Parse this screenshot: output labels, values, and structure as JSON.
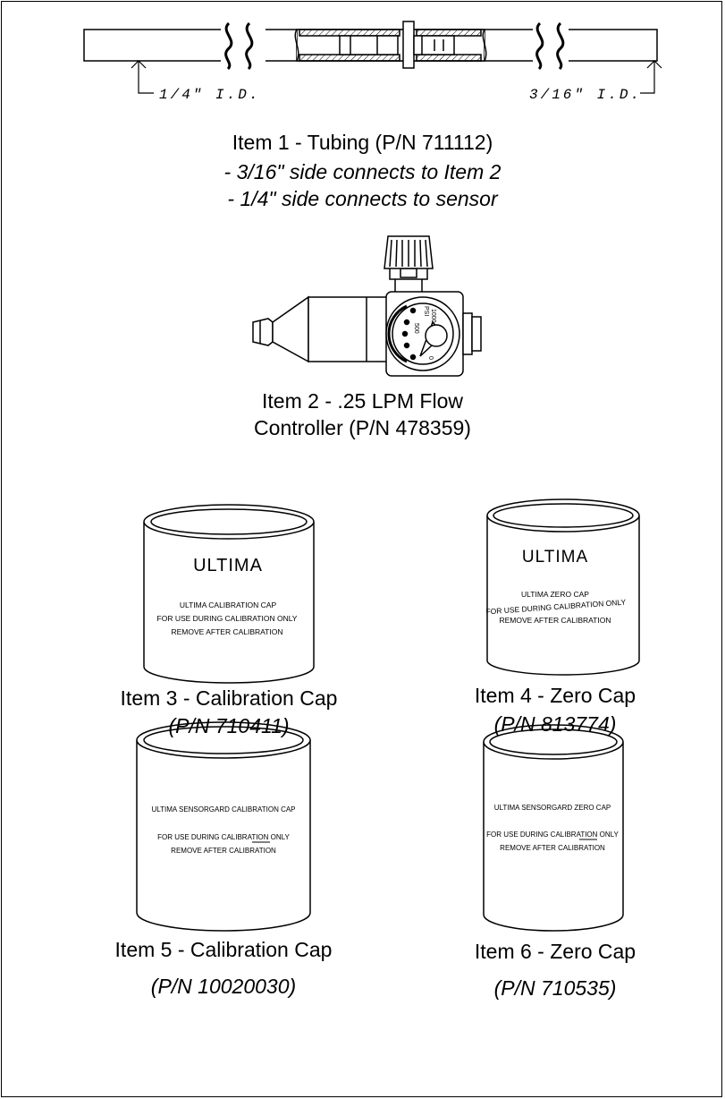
{
  "item1": {
    "title": "Item 1 - Tubing (P/N 711112)",
    "note1": "- 3/16\" side connects to Item 2",
    "note2": "- 1/4\" side connects to sensor",
    "left_callout": "1/4\" I.D.",
    "right_callout": "3/16\" I.D."
  },
  "item2": {
    "title_line1": "Item 2 - .25 LPM Flow",
    "title_line2": "Controller (P/N 478359)",
    "gauge_marks": [
      "1000",
      "500",
      "0"
    ],
    "gauge_unit": "PSI"
  },
  "item3": {
    "title": "Item 3 - Calibration Cap",
    "pn": "(P/N 710411)",
    "cap_brand": "ULTIMA",
    "cap_line1": "ULTIMA CALIBRATION CAP",
    "cap_line2": "FOR USE DURING CALIBRATION ONLY",
    "cap_line3": "REMOVE AFTER CALIBRATION"
  },
  "item4": {
    "title": "Item 4 - Zero Cap",
    "pn": "(P/N 813774)",
    "cap_brand": "ULTIMA",
    "cap_line1": "ULTIMA ZERO CAP",
    "cap_line2": "FOR USE DURING CALIBRATION ONLY",
    "cap_line3": "REMOVE AFTER CALIBRATION"
  },
  "item5": {
    "title": "Item 5 - Calibration Cap",
    "pn": "(P/N 10020030)",
    "cap_line1": "ULTIMA SENSORGARD CALIBRATION CAP",
    "cap_line2": "FOR USE DURING CALIBRATION ONLY",
    "cap_line3": "REMOVE AFTER CALIBRATION"
  },
  "item6": {
    "title": "Item 6 - Zero Cap",
    "pn": "(P/N 710535)",
    "cap_line1": "ULTIMA SENSORGARD ZERO CAP",
    "cap_line2": "FOR USE DURING CALIBRATION ONLY",
    "cap_line3": "REMOVE AFTER CALIBRATION"
  }
}
